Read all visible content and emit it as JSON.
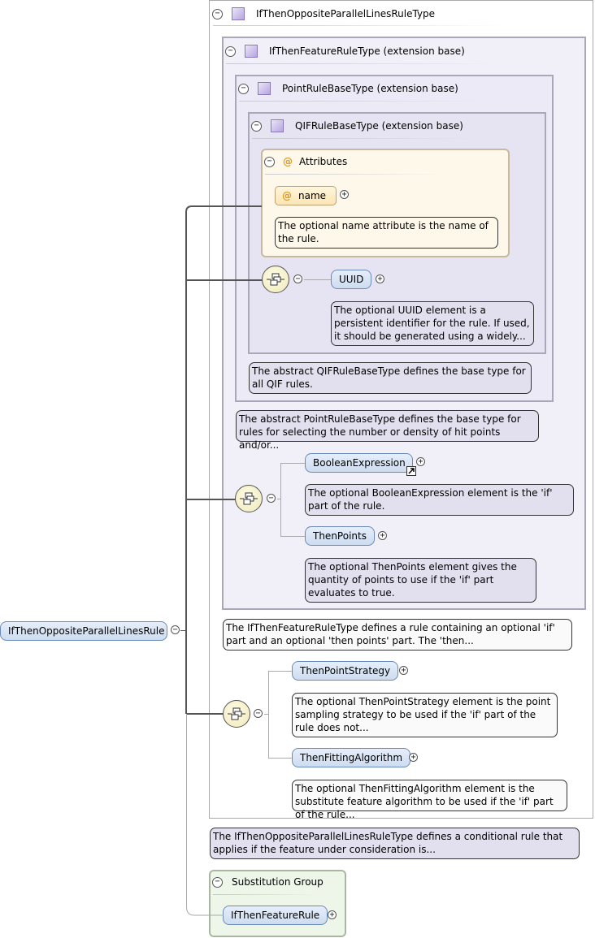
{
  "root": {
    "element": "IfThenOppositeParallelLinesRule",
    "type_name": "IfThenOppositeParallelLinesRuleType",
    "annotation": "The IfThenOppositeParallelLinesRuleType defines a conditional rule that applies if the feature under consideration is..."
  },
  "if_then_feature_rule_type": {
    "header": "IfThenFeatureRuleType (extension base)",
    "annotation": "The IfThenFeatureRuleType defines a rule containing an optional 'if' part and an optional 'then points' part. The 'then..."
  },
  "point_rule_base_type": {
    "header": "PointRuleBaseType (extension base)",
    "annotation": "The abstract PointRuleBaseType defines the base type for rules for selecting the number or density of hit points and/or..."
  },
  "qif_rule_base_type": {
    "header": "QIFRuleBaseType (extension base)",
    "annotation": "The abstract QIFRuleBaseType defines the base type for all QIF rules."
  },
  "attributes": {
    "header": "Attributes",
    "name_attr": "name",
    "name_note": "The optional name attribute is the name of the rule."
  },
  "uuid": {
    "label": "UUID",
    "note": "The optional UUID element is a persistent identifier for the rule. If used, it should be generated using a widely..."
  },
  "boolean_expression": {
    "label": "BooleanExpression",
    "note": "The optional BooleanExpression element is the 'if' part of the rule."
  },
  "then_points": {
    "label": "ThenPoints",
    "note": "The optional ThenPoints element gives the quantity of points to use if the 'if' part evaluates to true."
  },
  "then_point_strategy": {
    "label": "ThenPointStrategy",
    "note": "The optional ThenPointStrategy element is the point sampling strategy to be used if the 'if' part of the rule does not..."
  },
  "then_fitting_algorithm": {
    "label": "ThenFittingAlgorithm",
    "note": "The optional ThenFittingAlgorithm element is the substitute feature algorithm to be used if the 'if' part of the rule..."
  },
  "substitution_group": {
    "header": "Substitution Group",
    "member": "IfThenFeatureRule"
  },
  "icons": {
    "collapse": "minus-icon",
    "expand": "plus-icon",
    "complex_type": "complex-type-icon",
    "attribute": "at-icon",
    "sequence": "sequence-icon",
    "reference": "reference-arrow-icon"
  },
  "colors": {
    "element_fill": "#cddcf0",
    "type_fill": "#eceaf6",
    "attribute_fill": "#fdf8ea",
    "substitution_fill": "#eef6ea"
  }
}
